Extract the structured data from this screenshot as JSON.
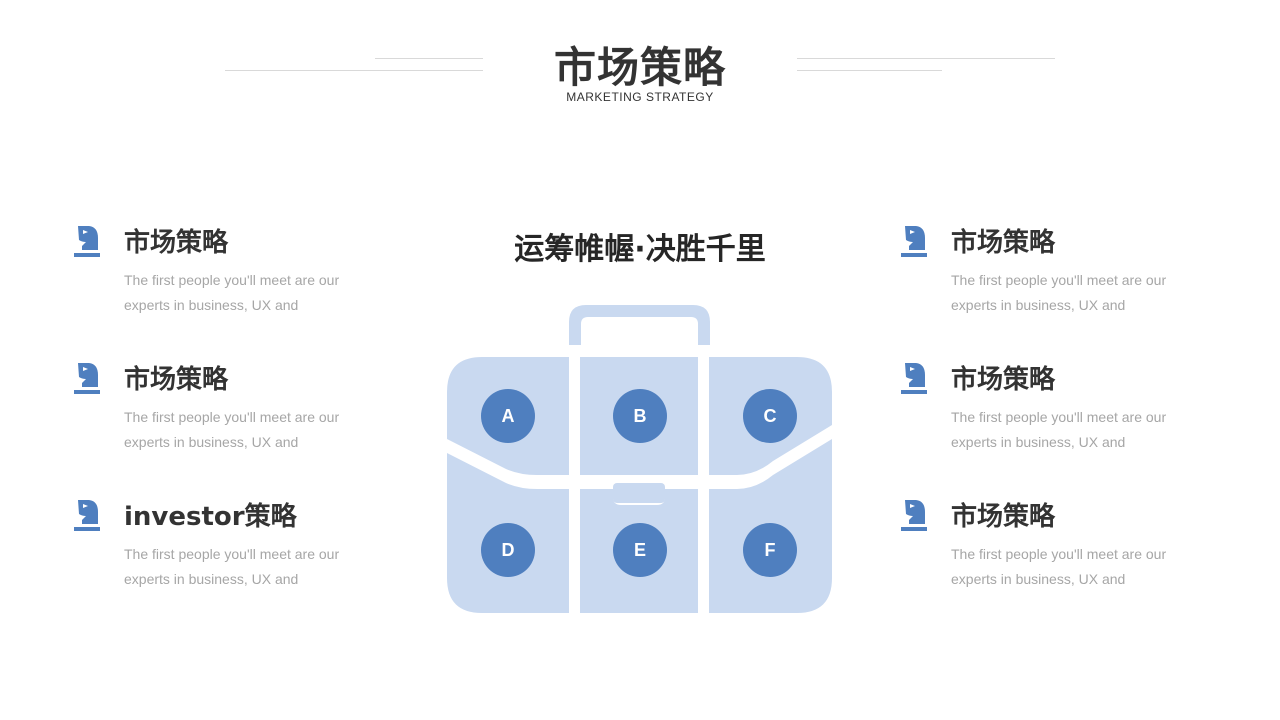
{
  "header": {
    "title": "市场策略",
    "subtitle": "MARKETING  STRATEGY"
  },
  "slogan": "运筹帷幄·决胜千里",
  "left_items": [
    {
      "title": "市场策略",
      "desc": "The first people you'll meet are our experts in business, UX  and"
    },
    {
      "title": "市场策略",
      "desc": "The first people you'll meet are our experts in business, UX  and"
    },
    {
      "title": "investor策略",
      "desc": "The first people you'll meet are our experts in business, UX  and"
    }
  ],
  "right_items": [
    {
      "title": "市场策略",
      "desc": "The first people you'll meet are our experts in business, UX  and"
    },
    {
      "title": "市场策略",
      "desc": "The first people you'll meet are our experts in business, UX  and"
    },
    {
      "title": "市场策略",
      "desc": "The first people you'll meet are our experts in business, UX  and"
    }
  ],
  "briefcase_labels": [
    "A",
    "B",
    "C",
    "D",
    "E",
    "F"
  ],
  "icon": "chess-knight-icon",
  "colors": {
    "accent": "#4f7fbf",
    "bag": "#c9d9f0",
    "title": "#333333",
    "desc": "#a6a6a6"
  }
}
